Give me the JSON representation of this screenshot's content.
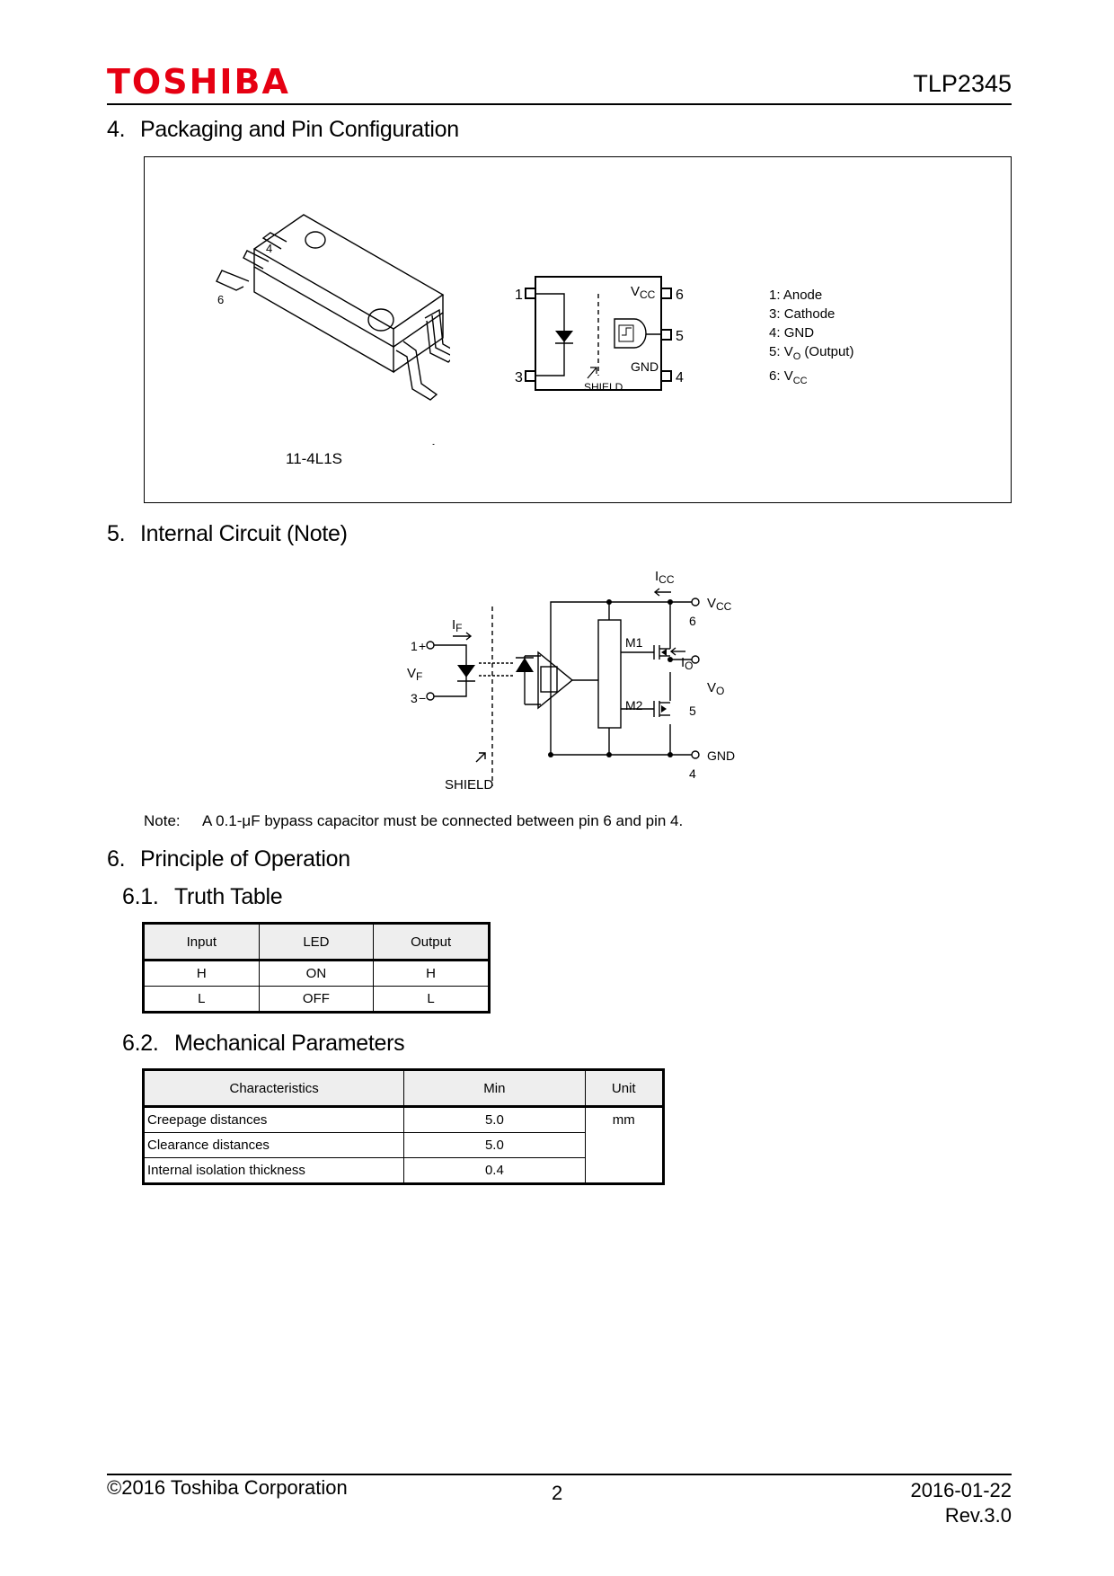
{
  "header": {
    "brand": "TOSHIBA",
    "part_number": "TLP2345"
  },
  "sections": {
    "packaging": {
      "number": "4.",
      "title": "Packaging and Pin Configuration"
    },
    "internal_circuit": {
      "number": "5.",
      "title": "Internal Circuit (Note)"
    },
    "principle": {
      "number": "6.",
      "title": "Principle of Operation"
    },
    "truth_table": {
      "number": "6.1.",
      "title": "Truth Table"
    },
    "mechanical": {
      "number": "6.2.",
      "title": "Mechanical Parameters"
    }
  },
  "package_drawing": {
    "package_code": "11-4L1S",
    "pin_numbers": [
      "4",
      "6",
      "3",
      "1"
    ]
  },
  "pin_diagram": {
    "left_pins": [
      "1",
      "3"
    ],
    "right_pins": [
      "6",
      "5",
      "4"
    ],
    "vcc": "V",
    "vcc_sub": "CC",
    "gnd": "GND",
    "shield": "SHIELD"
  },
  "pin_list": [
    {
      "num": "1",
      "name": "Anode"
    },
    {
      "num": "3",
      "name": "Cathode"
    },
    {
      "num": "4",
      "name": "GND"
    },
    {
      "num": "5",
      "name": "V",
      "sub": "O",
      "suffix": " (Output)"
    },
    {
      "num": "6",
      "name": "V",
      "sub": "CC"
    }
  ],
  "circuit": {
    "icc": "I",
    "icc_sub": "CC",
    "vcc": "V",
    "vcc_sub": "CC",
    "pin6": "6",
    "if": "I",
    "if_sub": "F",
    "pin1": "1",
    "plus": "+",
    "vf": "V",
    "vf_sub": "F",
    "pin3": "3",
    "minus": "−",
    "m1": "M1",
    "m2": "M2",
    "io": "I",
    "io_sub": "O",
    "vo": "V",
    "vo_sub": "O",
    "pin5": "5",
    "gnd": "GND",
    "pin4": "4",
    "shield": "SHIELD"
  },
  "note": {
    "label": "Note:",
    "text": "A 0.1-μF bypass capacitor must be connected between pin 6 and pin 4."
  },
  "truth_table": {
    "headers": [
      "Input",
      "LED",
      "Output"
    ],
    "rows": [
      [
        "H",
        "ON",
        "H"
      ],
      [
        "L",
        "OFF",
        "L"
      ]
    ]
  },
  "mechanical_table": {
    "headers": [
      "Characteristics",
      "Min",
      "Unit"
    ],
    "rows": [
      [
        "Creepage distances",
        "5.0"
      ],
      [
        "Clearance distances",
        "5.0"
      ],
      [
        "Internal isolation thickness",
        "0.4"
      ]
    ],
    "unit": "mm"
  },
  "footer": {
    "copyright": "©2016 Toshiba Corporation",
    "page": "2",
    "date": "2016-01-22",
    "revision": "Rev.3.0"
  }
}
